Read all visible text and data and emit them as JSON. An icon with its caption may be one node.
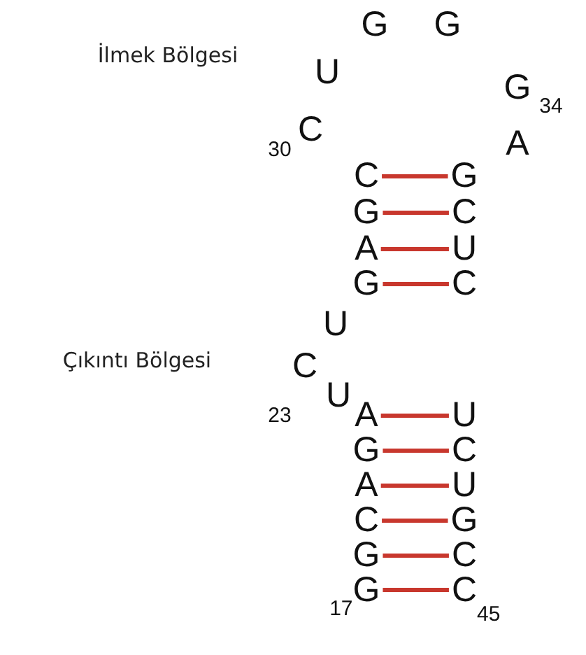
{
  "diagram": {
    "nodes": [
      {
        "text": [
          "C"
        ]
      },
      {
        "text": [
          "G"
        ]
      },
      {
        "text": [
          "G"
        ]
      },
      {
        "text": [
          "C"
        ]
      },
      {
        "text": [
          "A"
        ]
      },
      {
        "text": [
          "U"
        ]
      },
      {
        "text": [
          "G"
        ]
      },
      {
        "text": [
          "C"
        ]
      },
      {
        "text": [
          "A"
        ]
      },
      {
        "text": [
          "U"
        ]
      },
      {
        "text": [
          "G"
        ]
      },
      {
        "text": [
          "C"
        ]
      },
      {
        "text": [
          "A"
        ]
      },
      {
        "text": [
          "U"
        ]
      },
      {
        "text": [
          "C"
        ]
      },
      {
        "text": [
          "G"
        ]
      },
      {
        "text": [
          "G"
        ]
      },
      {
        "text": [
          "C"
        ]
      },
      {
        "text": [
          "G"
        ],
        "beside": [
          "17"
        ]
      },
      {
        "text": [
          "C"
        ],
        "beside": [
          "45"
        ]
      }
    ],
    "edges": [
      {
        "from": 0,
        "to": 1,
        "arrow": "none"
      },
      {
        "from": 2,
        "to": 3,
        "arrow": "none"
      },
      {
        "from": 4,
        "to": 5,
        "arrow": "none"
      },
      {
        "from": 6,
        "to": 7,
        "arrow": "none"
      },
      {
        "from": 8,
        "to": 9,
        "arrow": "none"
      },
      {
        "from": 10,
        "to": 11,
        "arrow": "none"
      },
      {
        "from": 12,
        "to": 13,
        "arrow": "none"
      },
      {
        "from": 14,
        "to": 15,
        "arrow": "none"
      },
      {
        "from": 16,
        "to": 17,
        "arrow": "none"
      },
      {
        "from": 18,
        "to": 19,
        "arrow": "none"
      }
    ],
    "labels": [
      "G",
      "G",
      "İlmek Bölgesi",
      "U",
      "G",
      "34",
      "30",
      "C",
      "A",
      "U",
      "Çıkıntı Bölgesi",
      "C",
      "23",
      "U"
    ]
  }
}
